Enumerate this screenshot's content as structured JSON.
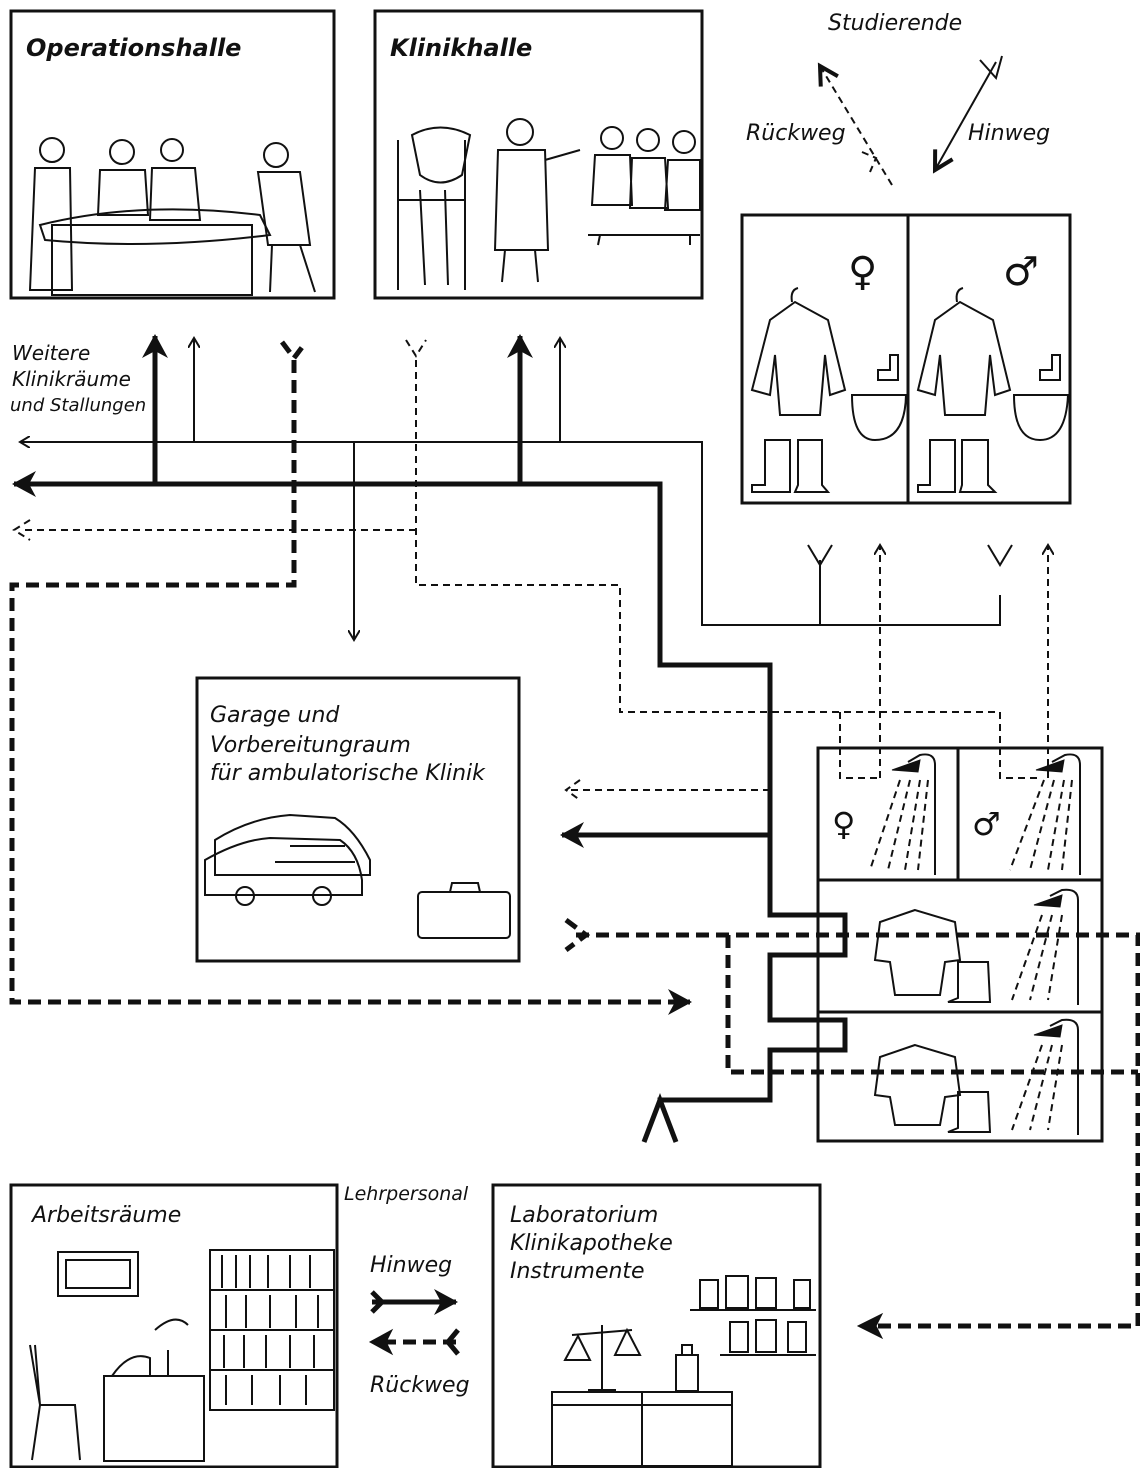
{
  "rooms": {
    "operationshalle": "Operationshalle",
    "klinikhalle": "Klinikhalle",
    "garage_line1": "Garage und",
    "garage_line2": "Vorbereitungraum",
    "garage_line3": "für ambulatorische Klinik",
    "arbeitsraeume": "Arbeitsräume",
    "labor_line1": "Laboratorium",
    "labor_line2": "Klinikapotheke",
    "labor_line3": "Instrumente"
  },
  "students": {
    "title": "Studierende",
    "return": "Rückweg",
    "outward": "Hinweg"
  },
  "other_rooms": {
    "line1": "Weitere",
    "line2": "Klinikräume",
    "line3": "und Stallungen"
  },
  "staff_legend": {
    "title": "Lehrpersonal",
    "outward": "Hinweg",
    "return": "Rückweg"
  },
  "symbols": {
    "female": "♀",
    "male": "♂"
  }
}
